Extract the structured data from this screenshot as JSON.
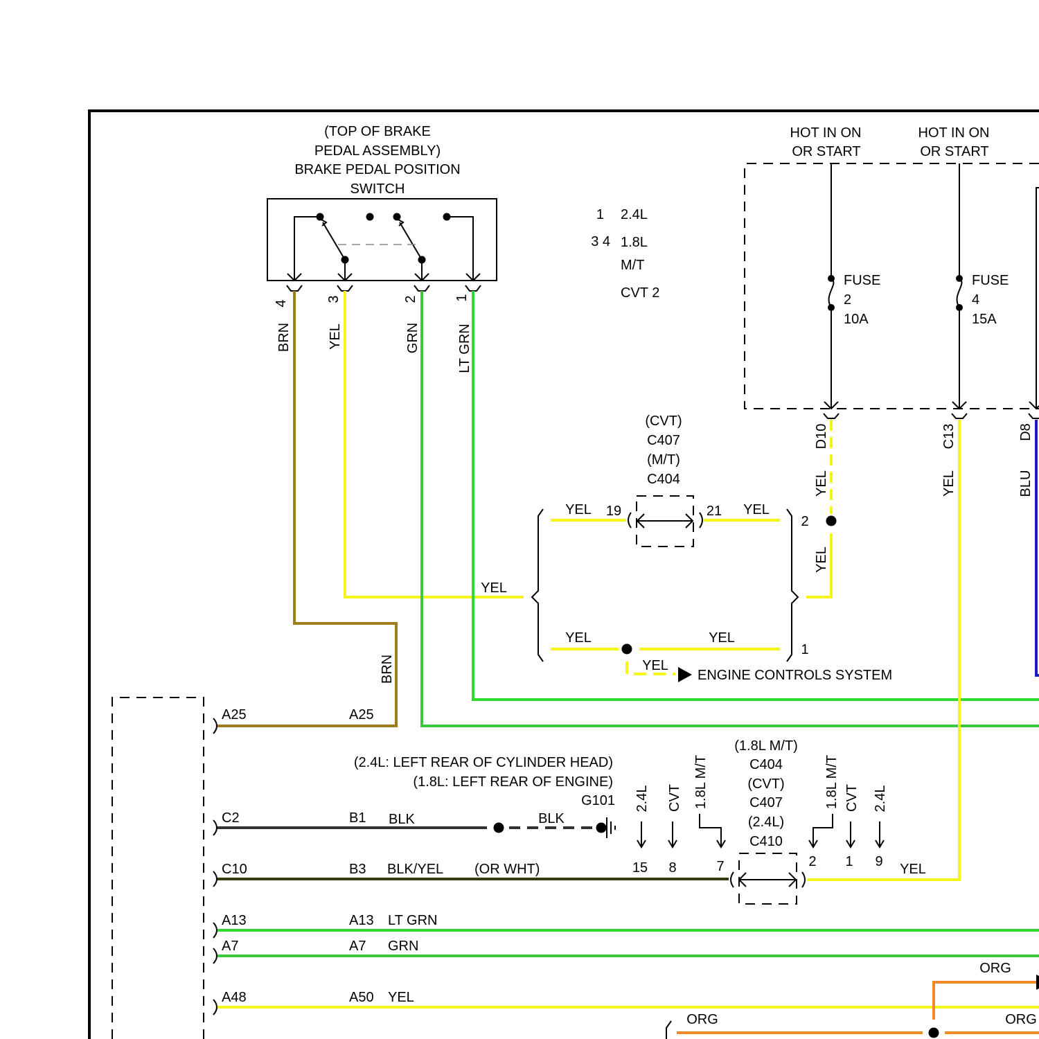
{
  "colors": {
    "brn": "#a07d1c",
    "yel": "#f5f518",
    "grn": "#3cc83c",
    "ltgrn": "#2edc2e",
    "blu": "#1a1acc",
    "blk": "#333333",
    "blkyel": "#3a3a10",
    "org": "#f08a24",
    "line": "#000000"
  },
  "brake_switch": {
    "title_lines": [
      "(TOP OF BRAKE",
      "PEDAL ASSEMBLY)",
      "BRAKE PEDAL POSITION",
      "SWITCH"
    ],
    "pins": [
      {
        "pin": "4",
        "wire": "BRN"
      },
      {
        "pin": "3",
        "wire": "YEL"
      },
      {
        "pin": "2",
        "wire": "GRN"
      },
      {
        "pin": "1",
        "wire": "LT GRN"
      }
    ]
  },
  "legend": {
    "rows": [
      {
        "key": "1",
        "value": "2.4L"
      },
      {
        "key": "3 4",
        "value": "1.8L"
      },
      {
        "key": "",
        "value": "M/T"
      },
      {
        "key": "",
        "value": "CVT 2"
      }
    ]
  },
  "fuse_box": {
    "feeds": [
      {
        "label_lines": [
          "HOT IN ON",
          "OR START"
        ],
        "fuse_lines": [
          "FUSE",
          "2",
          "10A"
        ],
        "pin": "D10",
        "wire": "YEL"
      },
      {
        "label_lines": [
          "HOT IN ON",
          "OR START"
        ],
        "fuse_lines": [
          "FUSE",
          "4",
          "15A"
        ],
        "pin": "C13",
        "wire": "YEL"
      }
    ],
    "extra_pin": {
      "pin": "D8",
      "wire": "BLU"
    }
  },
  "connector_c407": {
    "label_lines": [
      "(CVT)",
      "C407",
      "(M/T)",
      "C404"
    ],
    "left_pin": "19",
    "right_pin": "21",
    "left_wire": "YEL",
    "right_wire": "YEL"
  },
  "splice_block": {
    "in_wire": "YEL",
    "top_pin": "2",
    "bottom_pin": "1",
    "d10_wire_lower": "YEL",
    "bottom_left_wire": "YEL",
    "bottom_right_wire": "YEL",
    "branch_wire": "YEL",
    "branch_dest": "ENGINE CONTROLS SYSTEM"
  },
  "brn_run_label": "BRN",
  "module_rows": [
    {
      "left_pin": "A25",
      "mid_pin": "A25",
      "wire": ""
    },
    {
      "left_pin": "C2",
      "mid_pin": "B1",
      "wire": "BLK"
    },
    {
      "left_pin": "C10",
      "mid_pin": "B3",
      "wire": "BLK/YEL",
      "note": "(OR WHT)"
    },
    {
      "left_pin": "A13",
      "mid_pin": "A13",
      "wire": "LT GRN"
    },
    {
      "left_pin": "A7",
      "mid_pin": "A7",
      "wire": "GRN"
    },
    {
      "left_pin": "A48",
      "mid_pin": "A50",
      "wire": "YEL"
    }
  ],
  "ground": {
    "location_lines": [
      "(2.4L: LEFT REAR OF CYLINDER HEAD)",
      "(1.8L: LEFT REAR OF ENGINE)"
    ],
    "name": "G101",
    "wire": "BLK"
  },
  "connector_c410": {
    "label_lines": [
      "(1.8L M/T)",
      "C404",
      "(CVT)",
      "C407",
      "(2.4L)",
      "C410"
    ],
    "left_variants": [
      {
        "variant": "2.4L",
        "pin": "15"
      },
      {
        "variant": "CVT",
        "pin": "8"
      },
      {
        "variant": "1.8L M/T",
        "pin": "7"
      }
    ],
    "right_variants": [
      {
        "variant": "1.8L M/T",
        "pin": "2"
      },
      {
        "variant": "CVT",
        "pin": "1"
      },
      {
        "variant": "2.4L",
        "pin": "9"
      }
    ],
    "right_wire": "YEL"
  },
  "org_wires": {
    "top": "ORG",
    "bottom_left": "ORG",
    "bottom_right": "ORG"
  }
}
